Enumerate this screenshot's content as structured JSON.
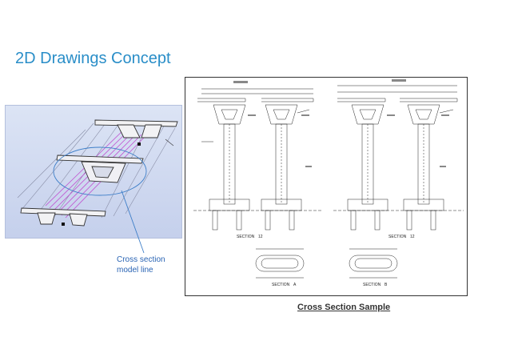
{
  "slide": {
    "title": "2D Drawings Concept",
    "callout": {
      "line1": "Cross section",
      "line2": "model line"
    },
    "drawing": {
      "section_left": "SECTION",
      "section_left_num": "12",
      "section_right": "SECTION",
      "section_right_num": "12",
      "section_a": "SECTION",
      "section_a_letter": "A",
      "section_b": "SECTION",
      "section_b_letter": "B"
    },
    "caption": "Cross Section Sample"
  },
  "colors": {
    "title": "#2a8ec8",
    "callout": "#2a64b4",
    "magenta": "#c050d0"
  }
}
